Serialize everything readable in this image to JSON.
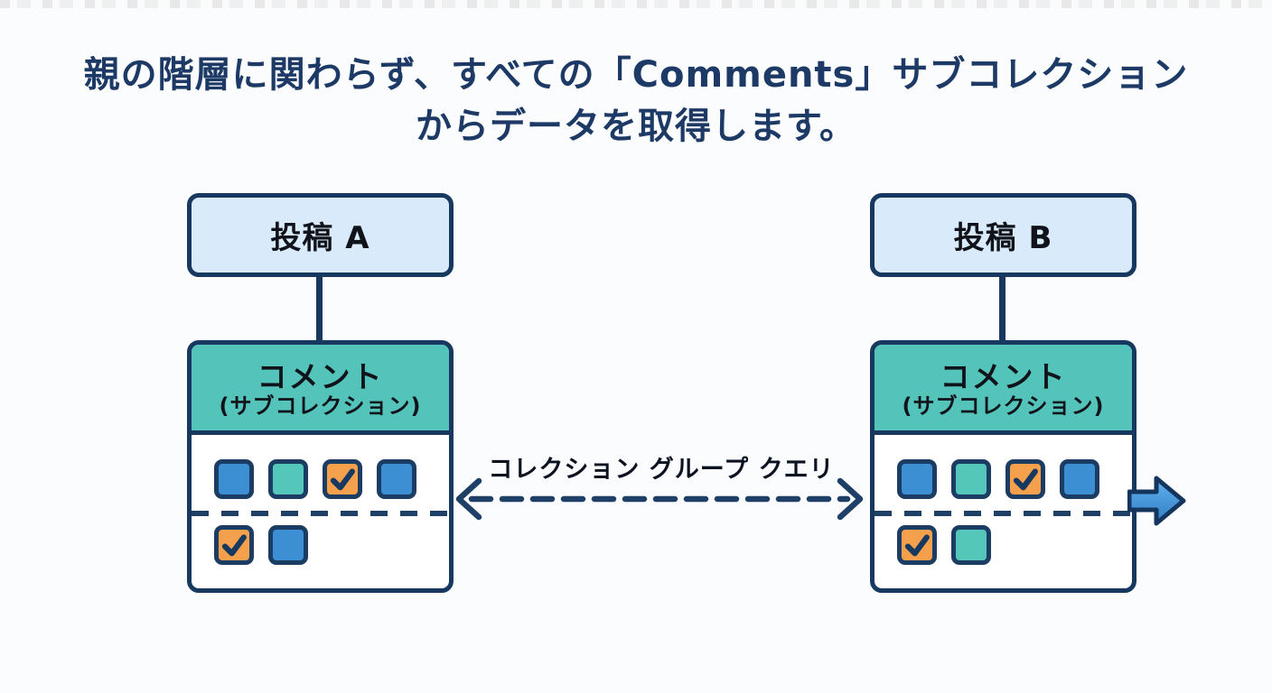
{
  "title": {
    "line1": "親の階層に関わらず、すべての「Comments」サブコレクション",
    "line2": "からデータを取得します。"
  },
  "posts": [
    {
      "label": "投稿 A"
    },
    {
      "label": "投稿 B"
    }
  ],
  "cards": [
    {
      "title": "コメント",
      "subtitle": "(サブコレクション)",
      "documents": [
        [
          "blue",
          "teal",
          "orange-check",
          "blue"
        ],
        [
          "orange-check",
          "blue"
        ]
      ]
    },
    {
      "title": "コメント",
      "subtitle": "(サブコレクション)",
      "documents": [
        [
          "blue",
          "teal",
          "orange-check",
          "blue"
        ],
        [
          "orange-check",
          "teal"
        ]
      ]
    }
  ],
  "query_arrow": {
    "label": "コレクション グループ クエリ"
  },
  "colors": {
    "blue": "#3d8fd4",
    "teal": "#55c6ba",
    "orange": "#f5a04c",
    "navy_border": "#17395f",
    "dash_navy": "#1e4066",
    "post_fill": "#d9ebfb",
    "header_teal": "#54c4bb",
    "title_text": "#1d3a66",
    "result_arrow_fill_top": "#63b1ee",
    "result_arrow_fill_bottom": "#2e7ec5"
  }
}
